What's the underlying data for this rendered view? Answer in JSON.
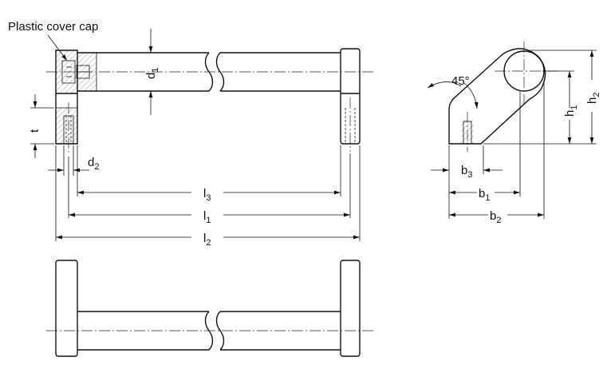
{
  "callout": {
    "text": "Plastic cover cap"
  },
  "dims": {
    "d1": {
      "base": "d",
      "sub": "1"
    },
    "d2": {
      "base": "d",
      "sub": "2"
    },
    "t": {
      "base": "t",
      "sub": ""
    },
    "l1": {
      "base": "l",
      "sub": "1"
    },
    "l2": {
      "base": "l",
      "sub": "2"
    },
    "l3": {
      "base": "l",
      "sub": "3"
    },
    "b1": {
      "base": "b",
      "sub": "1"
    },
    "b2": {
      "base": "b",
      "sub": "2"
    },
    "b3": {
      "base": "b",
      "sub": "3"
    },
    "h1": {
      "base": "h",
      "sub": "1"
    },
    "h2": {
      "base": "h",
      "sub": "2"
    }
  },
  "angle": {
    "text": "45°"
  }
}
